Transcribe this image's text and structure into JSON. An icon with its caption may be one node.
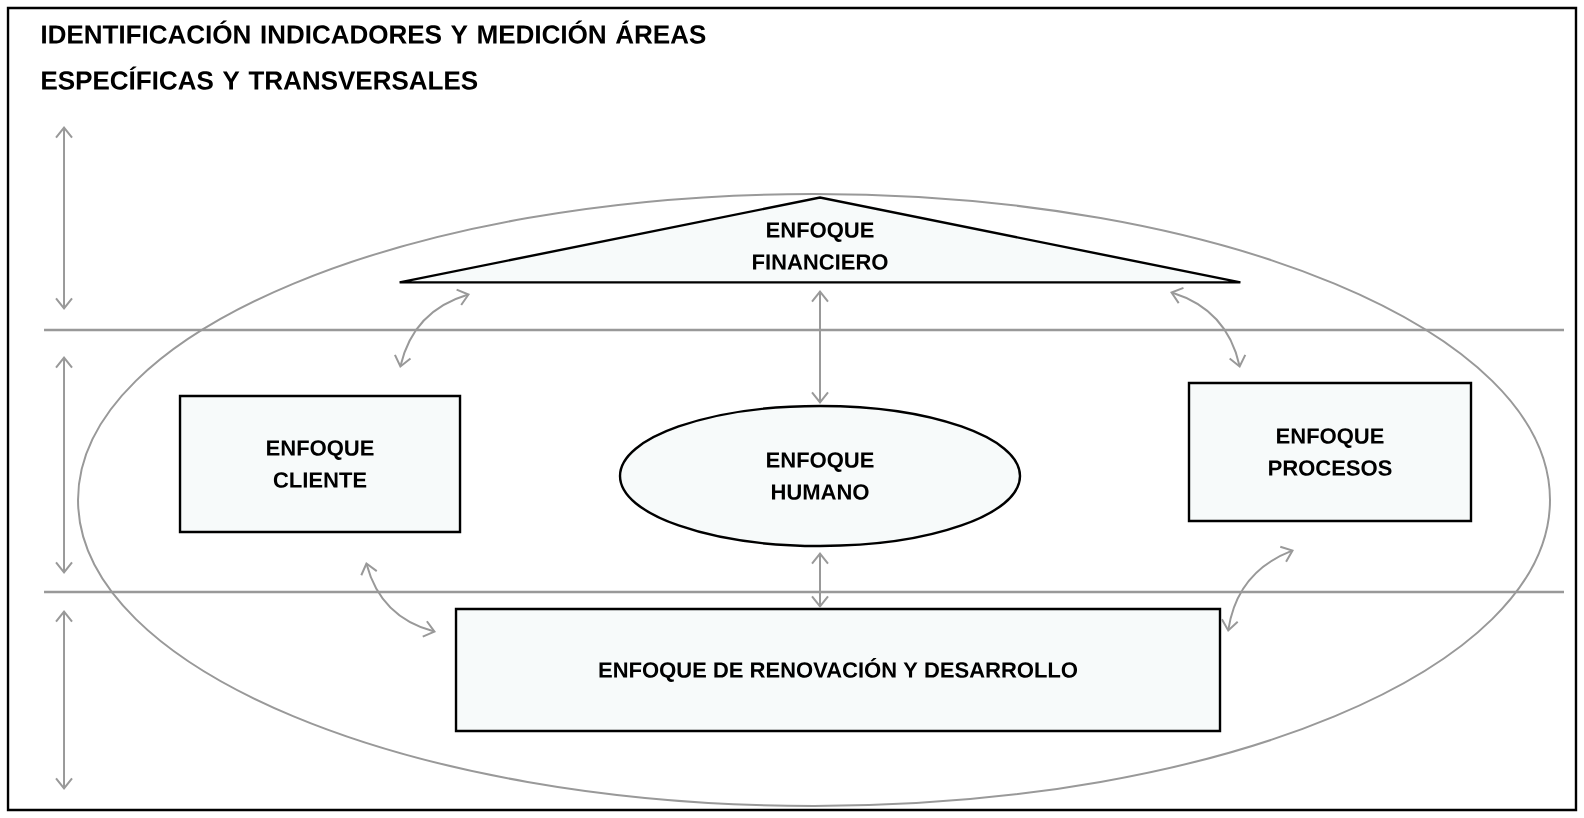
{
  "diagram": {
    "title": "IDENTIFICACIÓN INDICADORES Y MEDICIÓN ÁREAS ESPECÍFICAS Y TRANSVERSALES",
    "nodes": [
      {
        "text": [],
        "shape": "ellipse"
      },
      {
        "text": [
          "ENFOQUE FINANCIERO"
        ],
        "in": 0
      },
      {
        "text": [
          "ENFOQUE CLIENTE"
        ],
        "in": 0
      },
      {
        "text": [
          "ENFOQUE HUMANO"
        ],
        "in": 0
      },
      {
        "text": [
          "ENFOQUE PROCESOS"
        ],
        "in": 0
      },
      {
        "text": [
          "ENFOQUE DE RENOVACIÓN Y DESARROLLO"
        ],
        "in": 0
      }
    ],
    "edges": [
      {
        "from": 1,
        "to": 2,
        "arrow": "both"
      },
      {
        "from": 1,
        "to": 3,
        "arrow": "both"
      },
      {
        "from": 1,
        "to": 4,
        "arrow": "both"
      },
      {
        "from": 2,
        "to": 5,
        "arrow": "both"
      },
      {
        "from": 3,
        "to": 5,
        "arrow": "both"
      },
      {
        "from": 4,
        "to": 5,
        "arrow": "both"
      }
    ]
  }
}
